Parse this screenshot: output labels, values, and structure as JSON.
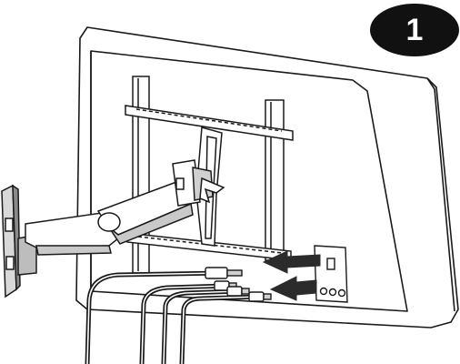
{
  "step": {
    "number": "1"
  },
  "colors": {
    "line": "#1a1a1a",
    "fill": "#ffffff",
    "shade": "#b8b8b8",
    "arrow": "#2b2b2b",
    "badge": "#111111"
  },
  "icons": {
    "tv": "tv-back-outline",
    "mount": "wall-mount-bracket",
    "arrows": "insert-arrow",
    "cables": "av-cable"
  }
}
